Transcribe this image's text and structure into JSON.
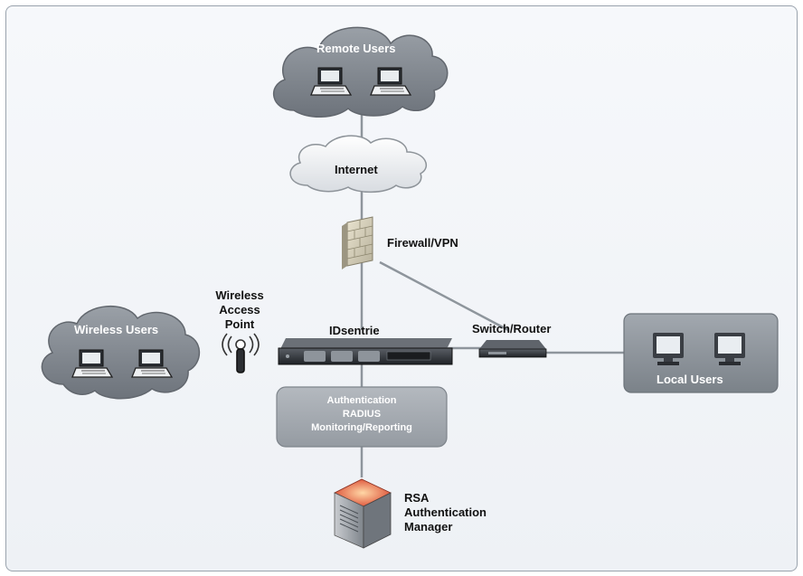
{
  "nodes": {
    "remote_users": "Remote Users",
    "internet": "Internet",
    "firewall": "Firewall/VPN",
    "wireless_ap": [
      "Wireless",
      "Access",
      "Point"
    ],
    "idsentrie": "IDsentrie",
    "switch_router": "Switch/Router",
    "wireless_users": "Wireless Users",
    "local_users": "Local Users",
    "services": [
      "Authentication",
      "RADIUS",
      "Monitoring/Reporting"
    ],
    "rsa": [
      "RSA",
      "Authentication",
      "Manager"
    ]
  },
  "icons": [
    "cloud-icon",
    "laptop-icon",
    "firewall-icon",
    "antenna-icon",
    "appliance-icon",
    "router-icon",
    "monitor-icon",
    "server-icon"
  ],
  "colors": {
    "cloud": "#7b8189",
    "panel": "#8c939b",
    "line": "#8e959c",
    "server_top": "#e2503a"
  }
}
